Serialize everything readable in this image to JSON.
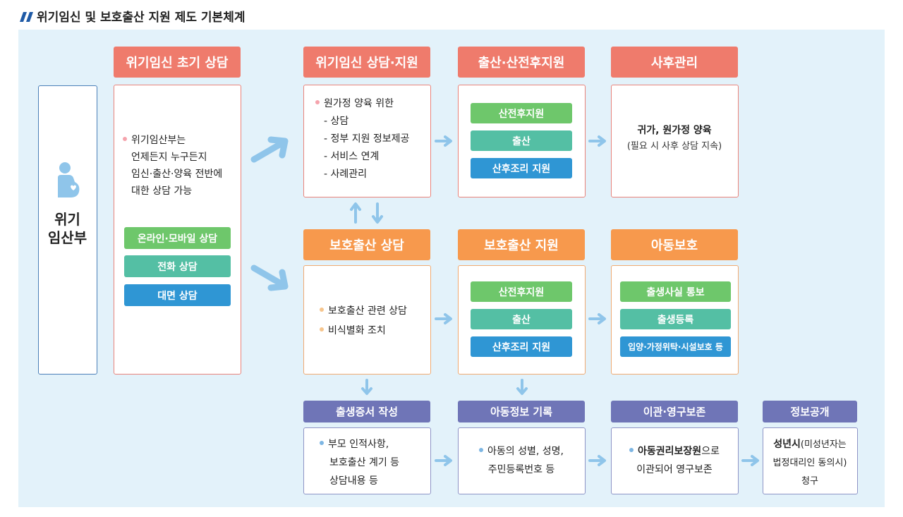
{
  "title": "위기임신 및 보호출산 지원 제도 기본체계",
  "person": {
    "label_line1": "위기",
    "label_line2": "임산부"
  },
  "early": {
    "header": "위기임신 초기 상담",
    "bullet": [
      "위기임산부는",
      "언제든지 누구든지",
      "임신·출산·양육 전반에",
      "대한 상담 가능"
    ],
    "buttons": [
      "온라인·모바일 상담",
      "전화 상담",
      "대면 상담"
    ]
  },
  "crisis": {
    "header": "위기임신 상담·지원",
    "bullet": "원가정 양육 위한",
    "items": [
      "- 상담",
      "- 정부 지원 정보제공",
      "- 서비스 연계",
      "- 사례관리"
    ]
  },
  "birth_support": {
    "header": "출산·산전후지원",
    "buttons": [
      "산전후지원",
      "출산",
      "산후조리 지원"
    ]
  },
  "aftercare": {
    "header": "사후관리",
    "line1": "귀가, 원가정 양육",
    "line2": "(필요 시 사후 상담 지속)"
  },
  "protect_counsel": {
    "header": "보호출산 상담",
    "bullets": [
      "보호출산 관련 상담",
      "비식별화 조치"
    ]
  },
  "protect_support": {
    "header": "보호출산 지원",
    "buttons": [
      "산전후지원",
      "출산",
      "산후조리 지원"
    ]
  },
  "child_protect": {
    "header": "아동보호",
    "buttons": [
      "출생사실 통보",
      "출생등록",
      "입양·가정위탁·시설보호 등"
    ]
  },
  "certificate": {
    "header": "출생증서 작성",
    "lines": [
      "부모 인적사항,",
      "보호출산 계기 등",
      "상담내용 등"
    ]
  },
  "child_info": {
    "header": "아동정보 기록",
    "lines": [
      "아동의 성별, 성명,",
      "주민등록번호 등"
    ]
  },
  "transfer": {
    "header": "이관·영구보존",
    "bold": "아동권리보장원",
    "rest": "으로",
    "line2": "이관되어 영구보존"
  },
  "disclosure": {
    "header": "정보공개",
    "bold": "성년시",
    "rest": "(미성년자는",
    "line2": "법정대리인 동의시)",
    "line3": "청구"
  },
  "colors": {
    "panel_bg": "#e3f2fa",
    "red_header": "#ef7b6c",
    "orange_header": "#f7994d",
    "purple_header": "#6f75b7",
    "green": "#6ec76b",
    "teal": "#54bfa4",
    "blue": "#2f96d4",
    "arrow": "#8fc5ea"
  }
}
